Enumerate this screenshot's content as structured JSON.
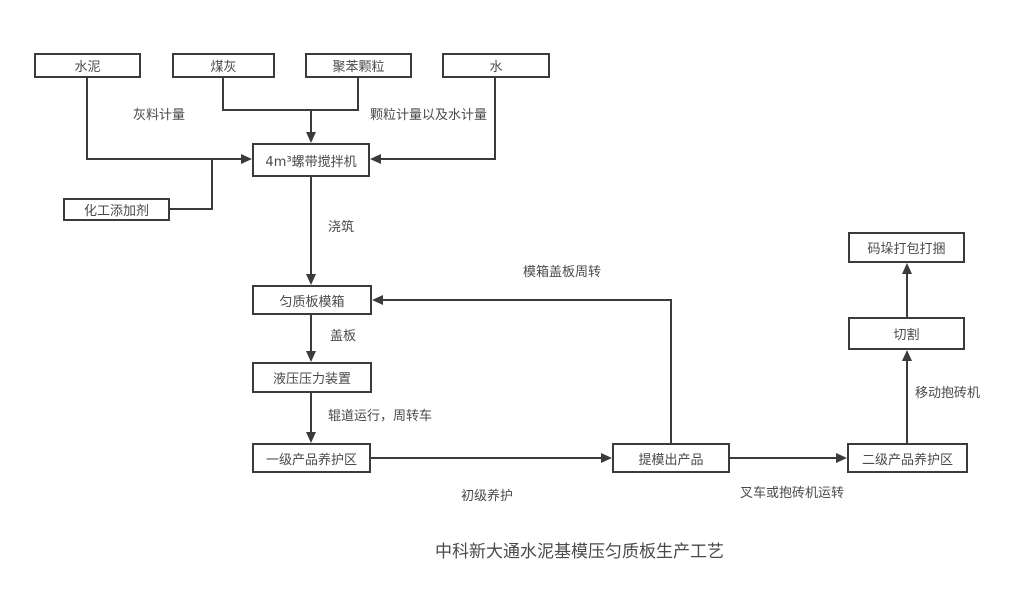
{
  "diagram": {
    "title": "中科新大通水泥基模压匀质板生产工艺",
    "nodes": {
      "cement": {
        "label": "水泥"
      },
      "coal_ash": {
        "label": "煤灰"
      },
      "polystyrene_granules": {
        "label": "聚苯颗粒"
      },
      "water": {
        "label": "水"
      },
      "mixer": {
        "label": "4m³螺带搅拌机"
      },
      "chemical_additive": {
        "label": "化工添加剂"
      },
      "panel_mold_box": {
        "label": "匀质板模箱"
      },
      "hydraulic_press": {
        "label": "液压压力装置"
      },
      "primary_curing_area": {
        "label": "一级产品养护区"
      },
      "demolded_product": {
        "label": "提模出产品"
      },
      "secondary_curing_area": {
        "label": "二级产品养护区"
      },
      "cutting": {
        "label": "切割"
      },
      "stack_pack_bundle": {
        "label": "码垛打包打捆"
      }
    },
    "edge_labels": {
      "ash_metering": "灰料计量",
      "granule_and_water_metering": "颗粒计量以及水计量",
      "pouring": "浇筑",
      "mold_cover_turnover": "模箱盖板周转",
      "cover_plate": "盖板",
      "roller_run_transfer_car": "辊道运行，周转车",
      "primary_curing": "初级养护",
      "forklift_or_brick_clamp_transfer": "叉车或抱砖机运转",
      "mobile_brick_clamp": "移动抱砖机"
    },
    "colors": {
      "line": "#3b3b3b",
      "text": "#4a4a4a",
      "background": "#ffffff"
    }
  }
}
